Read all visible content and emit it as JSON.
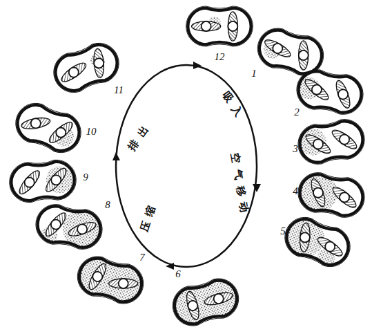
{
  "diagram": {
    "labels": [
      "12",
      "1",
      "2",
      "3",
      "4",
      "5",
      "6",
      "7",
      "8",
      "9",
      "10",
      "11",
      "吸入",
      "空气移动",
      "压缩",
      "排出"
    ]
  }
}
